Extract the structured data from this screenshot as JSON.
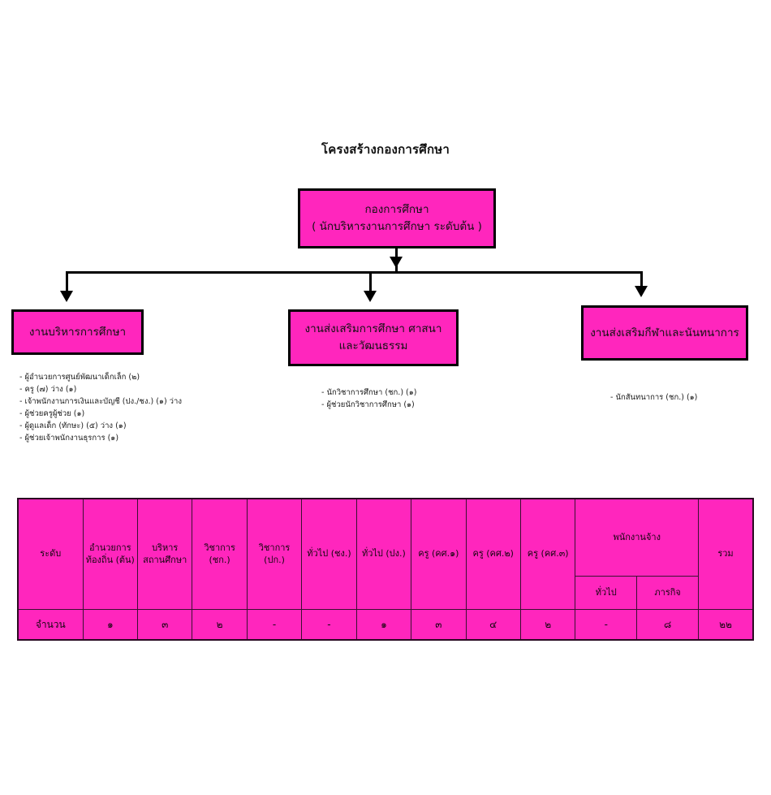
{
  "chart_data": {
    "type": "diagram",
    "title": "โครงสร้างกองการศึกษา",
    "root": {
      "title": "กองการศึกษา",
      "subtitle": "( นักบริหารงานการศึกษา ระดับต้น )"
    },
    "branches": [
      {
        "id": "admin",
        "title_line1": "งานบริหารการศึกษา",
        "title_line2": "",
        "staff": [
          "- ผู้อำนวยการศูนย์พัฒนาเด็กเล็ก (๒)",
          "- ครู  (๗) ว่าง (๑)",
          "- เจ้าพนักงานการเงินและบัญชี (ปง./ชง.) (๑) ว่าง",
          "- ผู้ช่วยครูผู้ช่วย (๑)",
          "- ผู้ดูแลเด็ก (ทักษะ)  (๕) ว่าง (๑)",
          "- ผู้ช่วยเจ้าพนักงานธุรการ (๑)"
        ]
      },
      {
        "id": "promote",
        "title_line1": "งานส่งเสริมการศึกษา ศาสนา",
        "title_line2": "และวัฒนธรรม",
        "staff": [
          "- นักวิชาการศึกษา (ชก.) (๑)",
          "- ผู้ช่วยนักวิชาการศึกษา (๑)"
        ]
      },
      {
        "id": "sport",
        "title_line1": "งานส่งเสริมกีฬาและนันทนาการ",
        "title_line2": "",
        "staff": [
          "-  นักสันทนาการ (ชก.) (๑)"
        ]
      }
    ],
    "colors": {
      "box_fill": "#ff26bd",
      "box_border": "#000000",
      "table_fill": "#ff26bd",
      "table_border": "#3a1030",
      "text": "#111111"
    }
  },
  "table": {
    "group_header": "พนักงานจ้าง",
    "columns": [
      "ระดับ",
      "อำนวยการท้องถิ่น (ต้น)",
      "บริหารสถานศึกษา",
      "วิชาการ (ชก.)",
      "วิชาการ (ปก.)",
      "ทั่วไป (ชง.)",
      "ทั่วไป (ปง.)",
      "ครู (คศ.๑)",
      "ครู (คศ.๒)",
      "ครู (คศ.๓)",
      "รวม"
    ],
    "column_parts": {
      "level": "ระดับ",
      "director_l1": "อำนวยการ",
      "director_l2": "ท้องถิ่น (ต้น)",
      "admin_l1": "บริหาร",
      "admin_l2": "สถานศึกษา",
      "academic_chok": "วิชาการ (ชก.)",
      "academic_pok": "วิชาการ (ปก.)",
      "general_chong": "ทั่วไป (ชง.)",
      "general_pong": "ทั่วไป (ปง.)",
      "teacher_1": "ครู (คศ.๑)",
      "teacher_2": "ครู (คศ.๒)",
      "teacher_3": "ครู (คศ.๓)",
      "employee_group": "พนักงานจ้าง",
      "employee_general": "ทั่วไป",
      "employee_mission": "ภารกิจ",
      "total": "รวม"
    },
    "rows": [
      {
        "label": "จำนวน",
        "values": [
          "๑",
          "๓",
          "๒",
          "-",
          "-",
          "๑",
          "๓",
          "๔",
          "๒",
          "-",
          "๘",
          "๒๒"
        ]
      }
    ]
  }
}
